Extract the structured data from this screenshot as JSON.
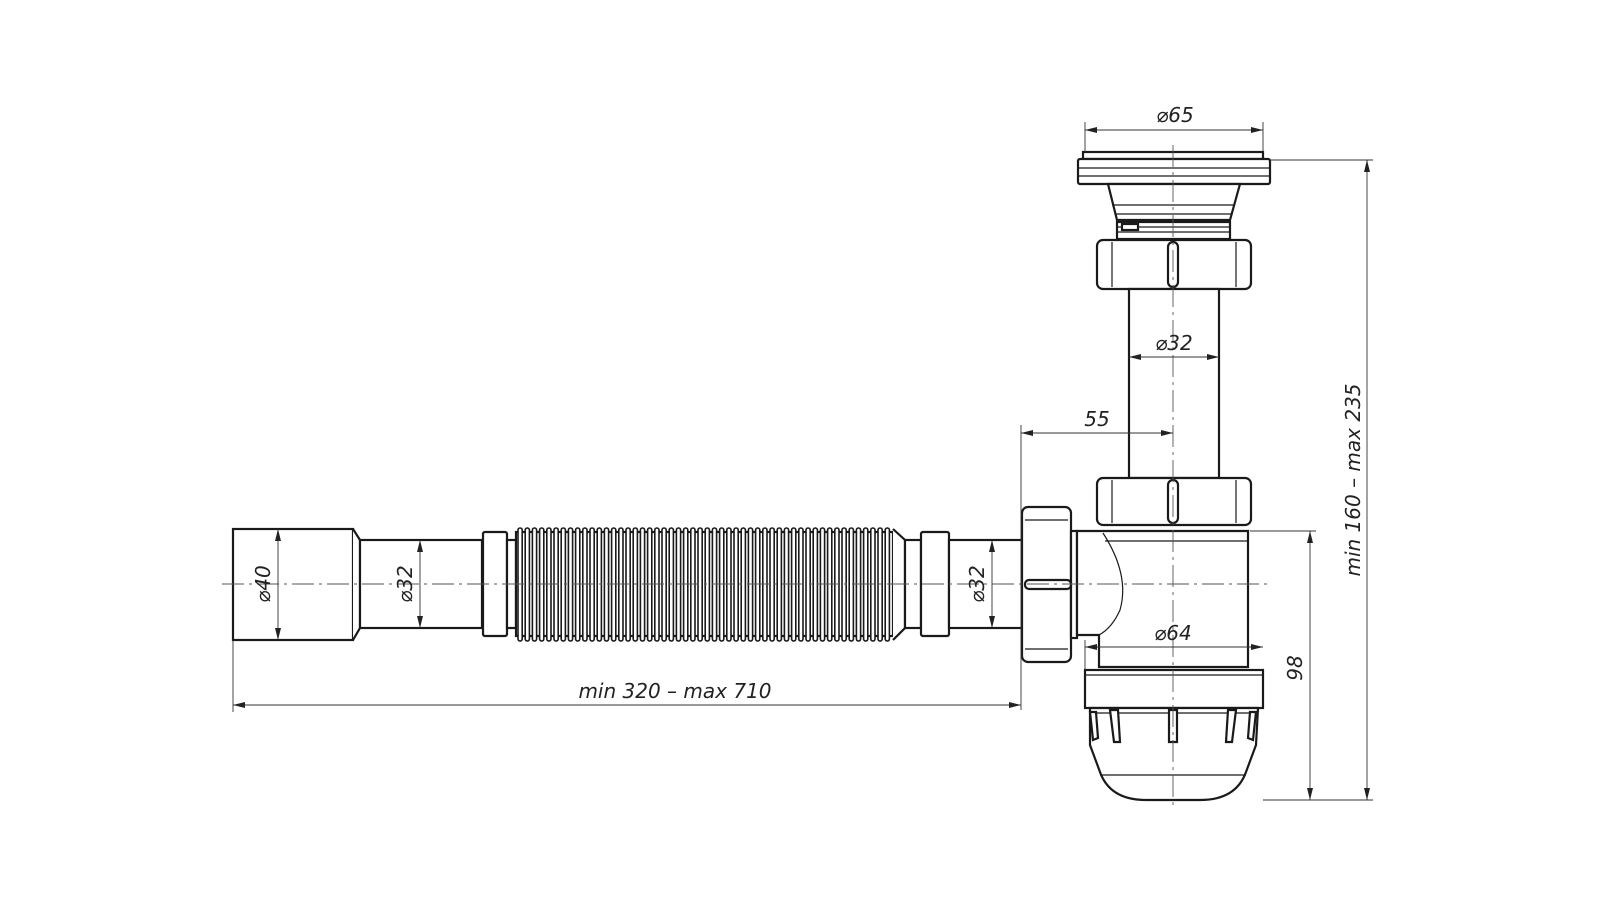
{
  "title": "Bottle siphon with corrugated outlet pipe — dimensional drawing",
  "dimensions": {
    "outlet_socket_diameter": "⌀40",
    "outlet_pipe_diameter": "⌀32",
    "inlet_pipe_diameter": "⌀32",
    "vertical_tube_diameter": "⌀32",
    "grate_diameter": "⌀65",
    "bottle_diameter": "⌀64",
    "offset": "55",
    "bottle_height": "98",
    "total_height": "min 160 – max 235",
    "total_length": "min 320 – max 710"
  },
  "colors": {
    "line": "#1a1a1a",
    "background": "#ffffff"
  }
}
